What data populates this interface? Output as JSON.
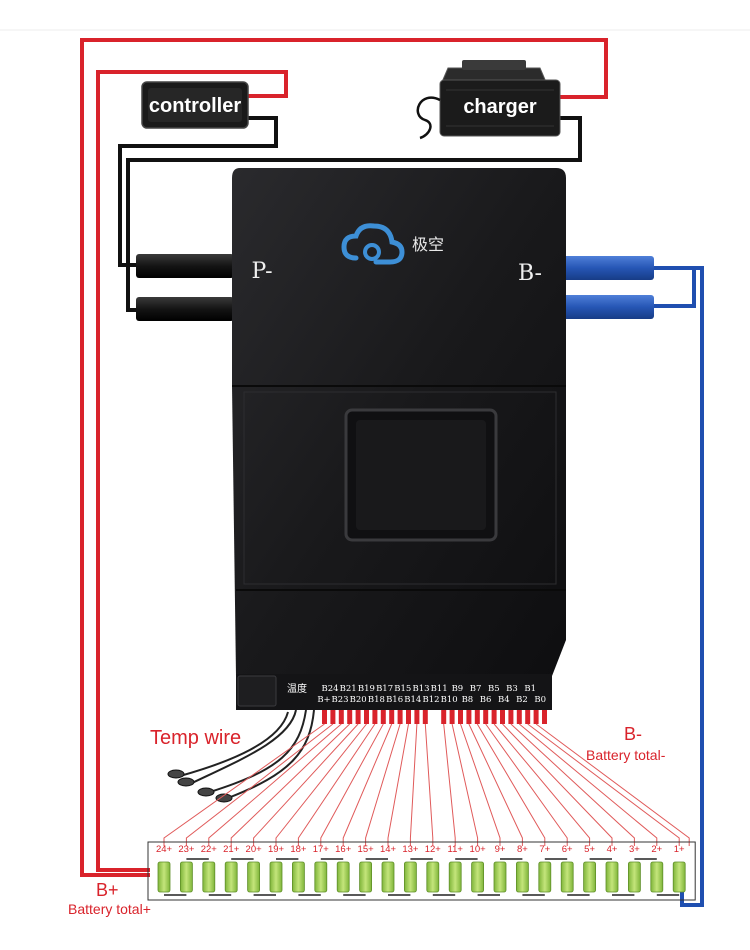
{
  "components": {
    "controller": "controller",
    "charger": "charger"
  },
  "bms": {
    "brand": "极空",
    "p_minus": "P-",
    "b_minus": "B-",
    "temp_port": "温度",
    "b_plus_port": "B+",
    "top_row": [
      "B24",
      "B21",
      "B19",
      "B17",
      "B15",
      "B13",
      "B11",
      "B9",
      "B7",
      "B5",
      "B3",
      "B1"
    ],
    "bottom_row": [
      "B23",
      "B20",
      "B18",
      "B16",
      "B14",
      "B12",
      "B10",
      "B8",
      "B6",
      "B4",
      "B2",
      "B0"
    ]
  },
  "labels": {
    "temp_wire": "Temp wire",
    "b_minus": "B-",
    "b_minus_sub": "Battery total-",
    "b_plus": "B+",
    "b_plus_sub": "Battery total+"
  },
  "cells": [
    "24+",
    "23+",
    "22+",
    "21+",
    "20+",
    "19+",
    "18+",
    "17+",
    "16+",
    "15+",
    "14+",
    "13+",
    "12+",
    "11+",
    "10+",
    "9+",
    "8+",
    "7+",
    "6+",
    "5+",
    "4+",
    "3+",
    "2+",
    "1+"
  ],
  "colors": {
    "red_wire": "#d9232b",
    "blue_wire": "#1f4fb0",
    "black_wire": "#111111",
    "bms_body": "#1c1c1e",
    "cell_green": "#a9d65a",
    "label_red": "#d9232b"
  }
}
